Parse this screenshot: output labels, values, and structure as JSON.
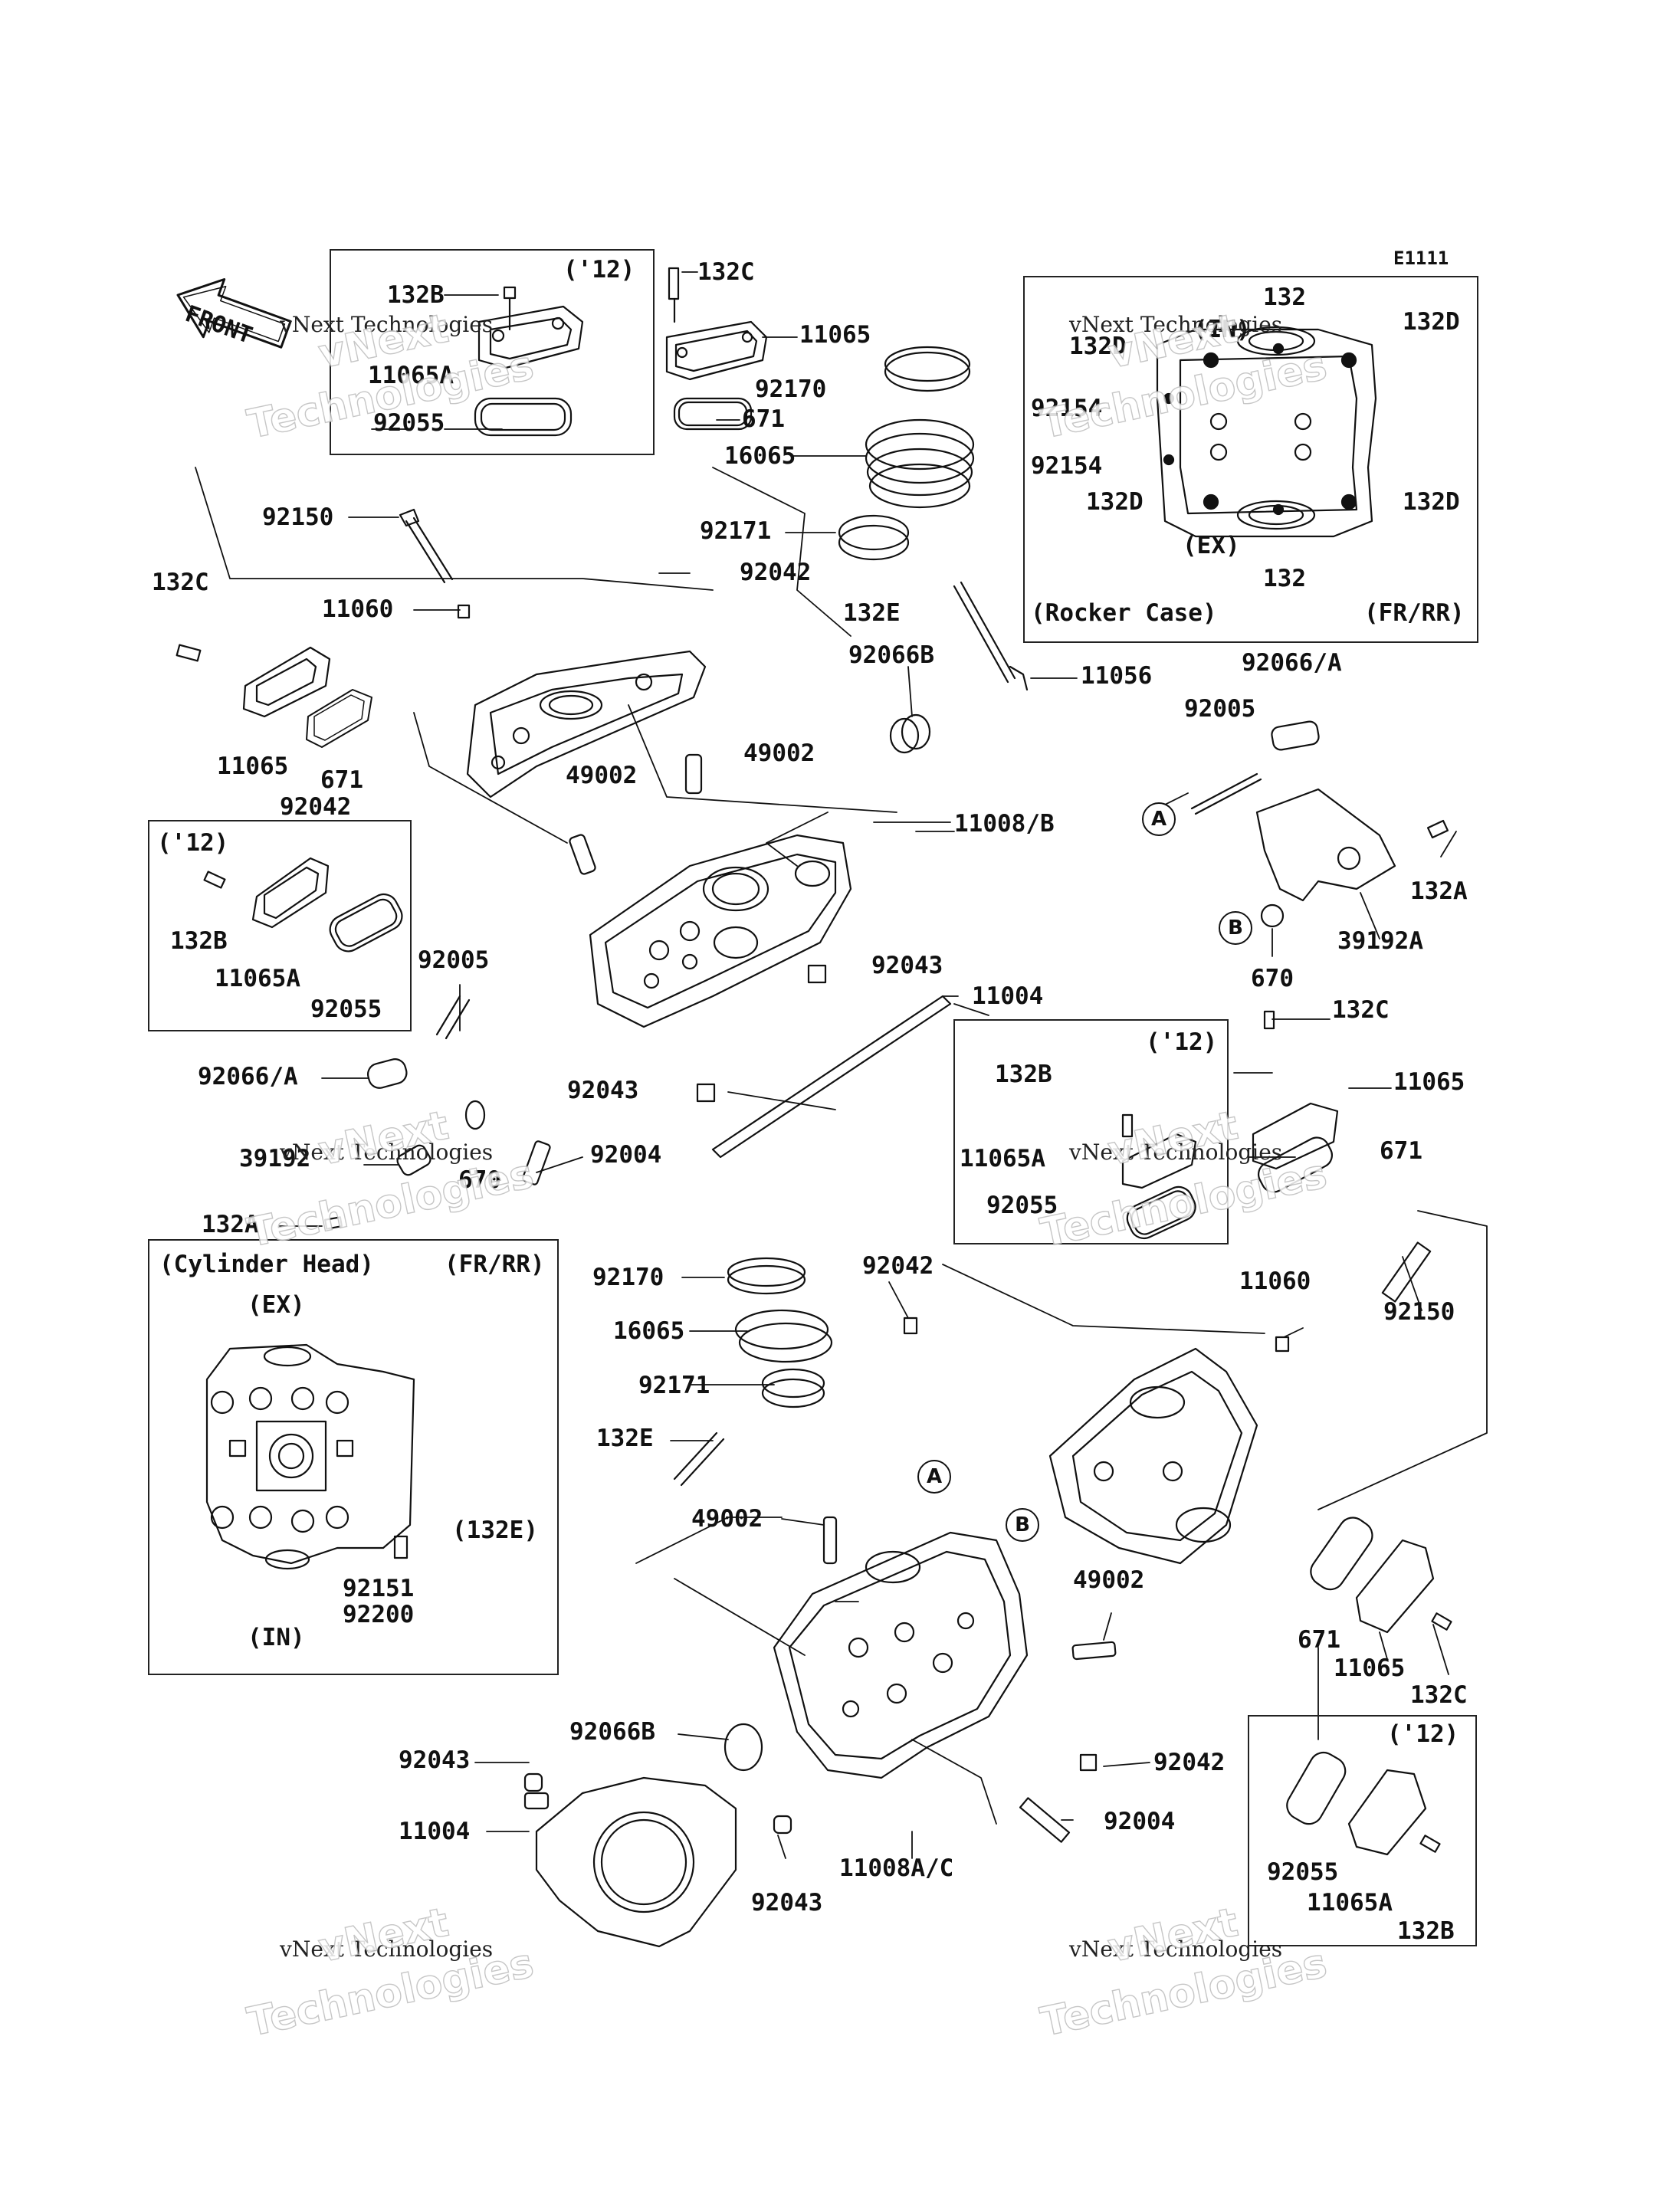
{
  "diagram_code": "E1111",
  "front_label": "FRONT",
  "rocker_case": {
    "title": "(Rocker Case)",
    "suffix": "(FR/RR)",
    "in_label": "(IN)",
    "ex_label": "(EX)",
    "labels": [
      "132",
      "132D",
      "132D",
      "92154",
      "92154",
      "132D",
      "132D",
      "132"
    ]
  },
  "cylinder_head_inset": {
    "title": "(Cylinder Head)",
    "suffix": "(FR/RR)",
    "ex_label": "(EX)",
    "in_label": "(IN)",
    "labels": [
      "(132E)",
      "92151",
      "92200"
    ]
  },
  "year_boxes": [
    {
      "year": "('12)",
      "labels": [
        "132B",
        "11065A",
        "92055"
      ]
    },
    {
      "year": "('12)",
      "labels": [
        "132B",
        "11065A",
        "92055"
      ]
    },
    {
      "year": "('12)",
      "labels": [
        "132B",
        "11065A",
        "92055"
      ]
    },
    {
      "year": "('12)",
      "labels": [
        "92055",
        "11065A",
        "132B"
      ]
    }
  ],
  "callouts": {
    "A": "A",
    "B": "B"
  },
  "part_labels": [
    "132C",
    "11065",
    "92170",
    "671",
    "16065",
    "92171",
    "92042",
    "92150",
    "11060",
    "132C",
    "11065",
    "671",
    "92042",
    "132E",
    "11056",
    "92066B",
    "49002",
    "49002",
    "11008/B",
    "92066/A",
    "92005",
    "132A",
    "39192A",
    "670",
    "92005",
    "92043",
    "11004",
    "92066/A",
    "92043",
    "92004",
    "39192",
    "670",
    "132A",
    "132C",
    "11065",
    "671",
    "92170",
    "16065",
    "92171",
    "132E",
    "92042",
    "11060",
    "92150",
    "49002",
    "49002",
    "92066B",
    "92043",
    "11004",
    "92043",
    "11008A/C",
    "92004",
    "92042",
    "671",
    "11065",
    "132C"
  ],
  "watermark": {
    "line1": "vNext Technologies",
    "line2": "vNext",
    "line3": "Technologies"
  }
}
